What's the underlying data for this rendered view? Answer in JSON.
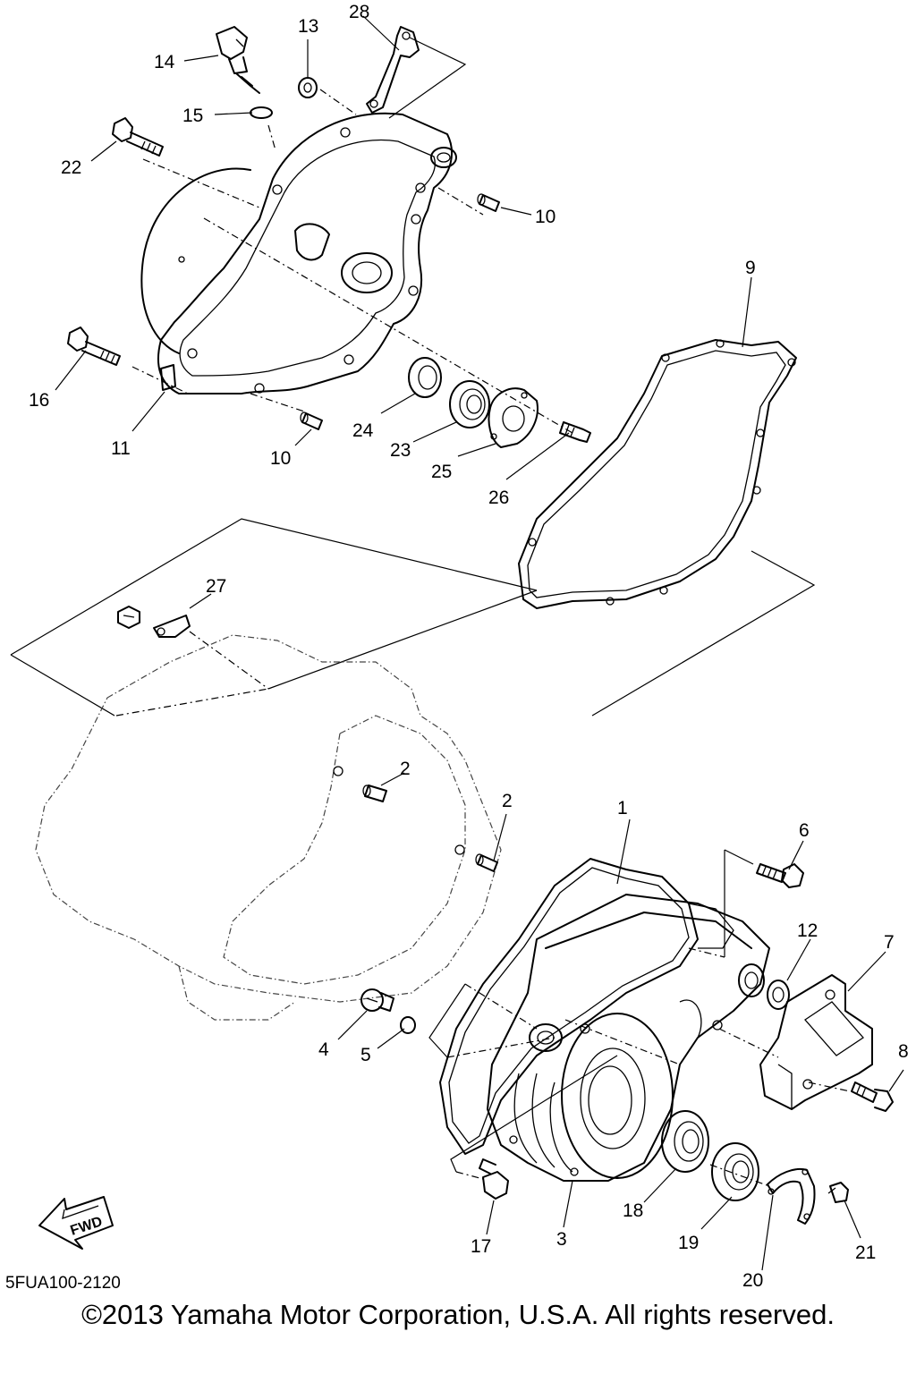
{
  "diagram": {
    "drawing_code": "5FUA100-2120",
    "copyright": "©2013 Yamaha Motor Corporation, U.S.A. All rights reserved.",
    "fwd_label": "FWD",
    "callouts": [
      "1",
      "2",
      "2",
      "3",
      "4",
      "5",
      "6",
      "7",
      "8",
      "9",
      "10",
      "10",
      "11",
      "12",
      "13",
      "14",
      "15",
      "16",
      "17",
      "18",
      "19",
      "20",
      "21",
      "22",
      "23",
      "24",
      "25",
      "26",
      "27",
      "28"
    ]
  }
}
